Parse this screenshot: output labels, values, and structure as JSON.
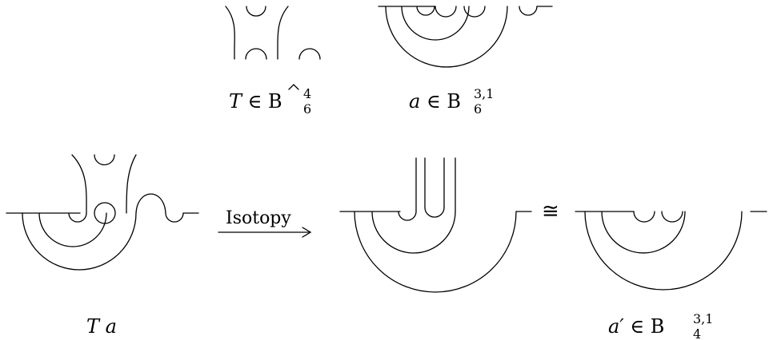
{
  "labels": {
    "T_in": {
      "main": "T ∈ ",
      "base": "B",
      "sup": "4",
      "sub": "6"
    },
    "a_in": {
      "main": "a ∈ ",
      "base": "B",
      "sup": "3,1",
      "sub": "6"
    },
    "Ta": "T a",
    "a_prime": {
      "main": "a′ ∈ ",
      "base": "B",
      "sup": "3,1",
      "sub": "4"
    }
  },
  "arrow": {
    "label": "Isotopy"
  },
  "relation": "≅"
}
